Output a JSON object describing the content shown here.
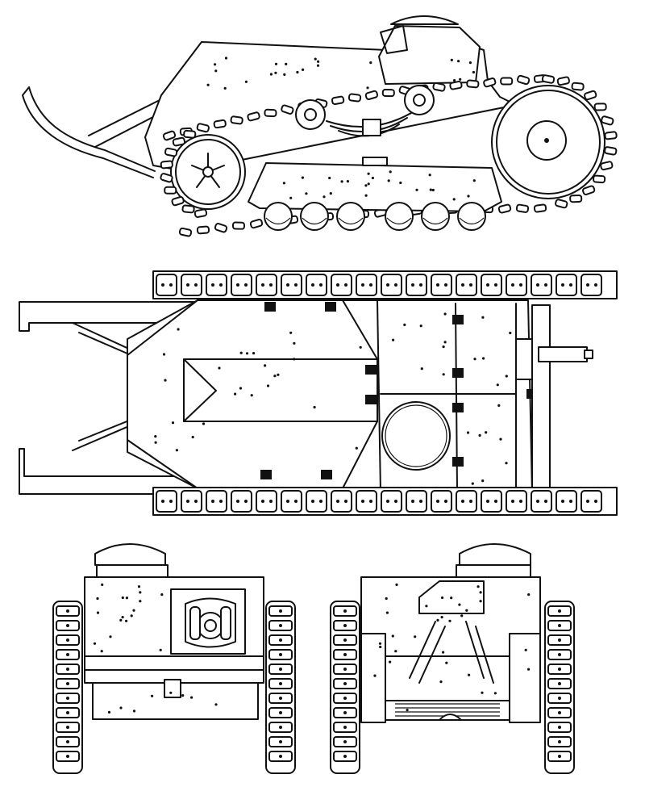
{
  "drawing": {
    "kind": "technical line drawing of a light tank",
    "views": [
      "side-view",
      "top-view",
      "front-view",
      "rear-view"
    ],
    "ink_color": "#111111",
    "paper_color": "#ffffff"
  }
}
